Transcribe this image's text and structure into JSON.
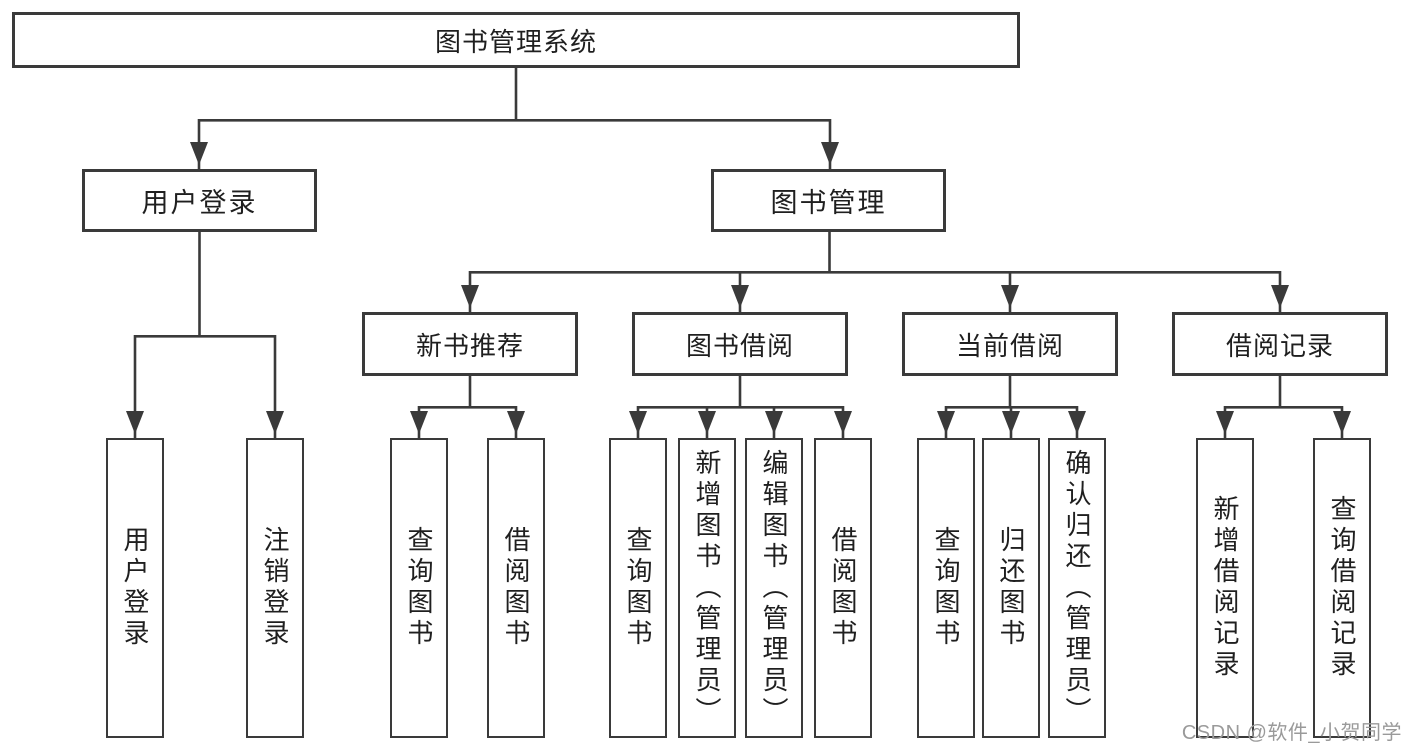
{
  "diagram": {
    "root": {
      "label": "图书管理系统",
      "children": [
        {
          "label": "用户登录",
          "children": [
            {
              "label": "用户登录"
            },
            {
              "label": "注销登录"
            }
          ]
        },
        {
          "label": "图书管理",
          "children": [
            {
              "label": "新书推荐",
              "children": [
                {
                  "label": "查询图书"
                },
                {
                  "label": "借阅图书"
                }
              ]
            },
            {
              "label": "图书借阅",
              "children": [
                {
                  "label": "查询图书"
                },
                {
                  "label": "新增图书（管理员）"
                },
                {
                  "label": "编辑图书（管理员）"
                },
                {
                  "label": "借阅图书"
                }
              ]
            },
            {
              "label": "当前借阅",
              "children": [
                {
                  "label": "查询图书"
                },
                {
                  "label": "归还图书"
                },
                {
                  "label": "确认归还（管理员）"
                }
              ]
            },
            {
              "label": "借阅记录",
              "children": [
                {
                  "label": "新增借阅记录"
                },
                {
                  "label": "查询借阅记录"
                }
              ]
            }
          ]
        }
      ]
    },
    "watermark": "CSDN @软件_小贺同学",
    "colors": {
      "line": "#3a3a3a",
      "box_border": "#3a3a3a",
      "text": "#1f1f1f",
      "watermark": "#9a9a9a",
      "background": "#ffffff"
    }
  }
}
